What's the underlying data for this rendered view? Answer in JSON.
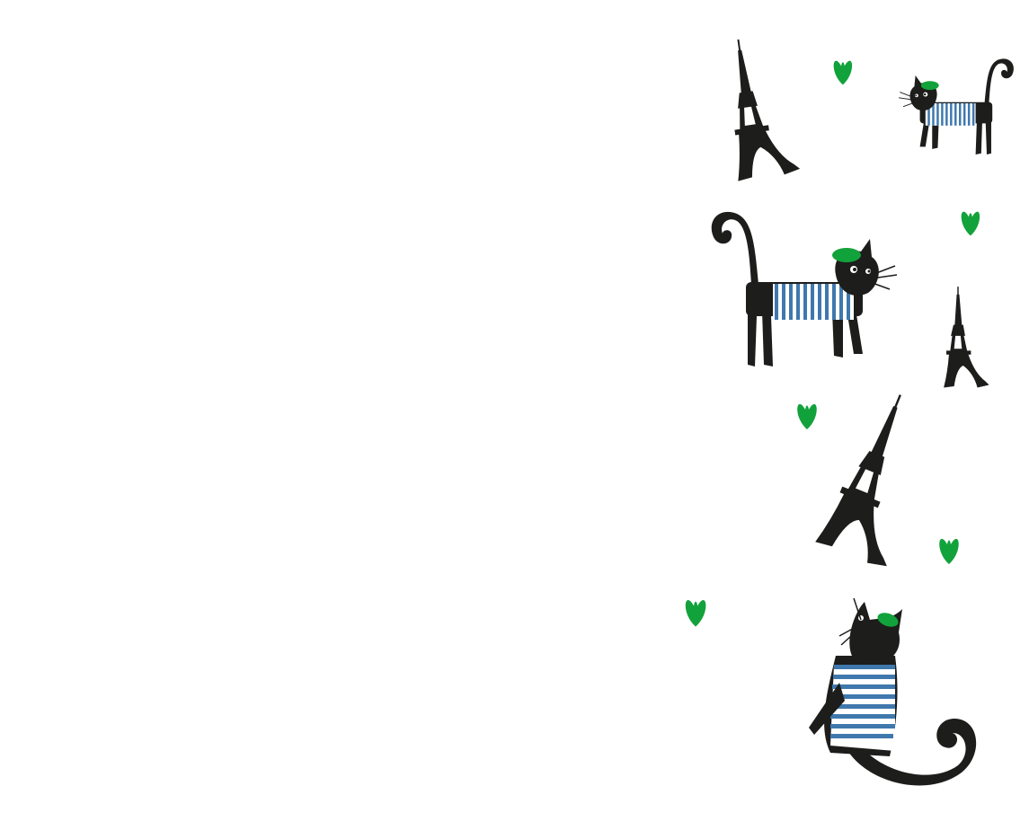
{
  "illustration": {
    "background_color": "#ffffff",
    "ink_color": "#1d1d1b",
    "heart_color": "#12a23b",
    "stripe_color": "#3f78ad",
    "beret_color": "#12a23b",
    "motifs": [
      "eiffel-tower-icon",
      "cat-icon",
      "heart-icon"
    ],
    "cat_count": 3,
    "tower_count": 3,
    "heart_count": 5
  }
}
